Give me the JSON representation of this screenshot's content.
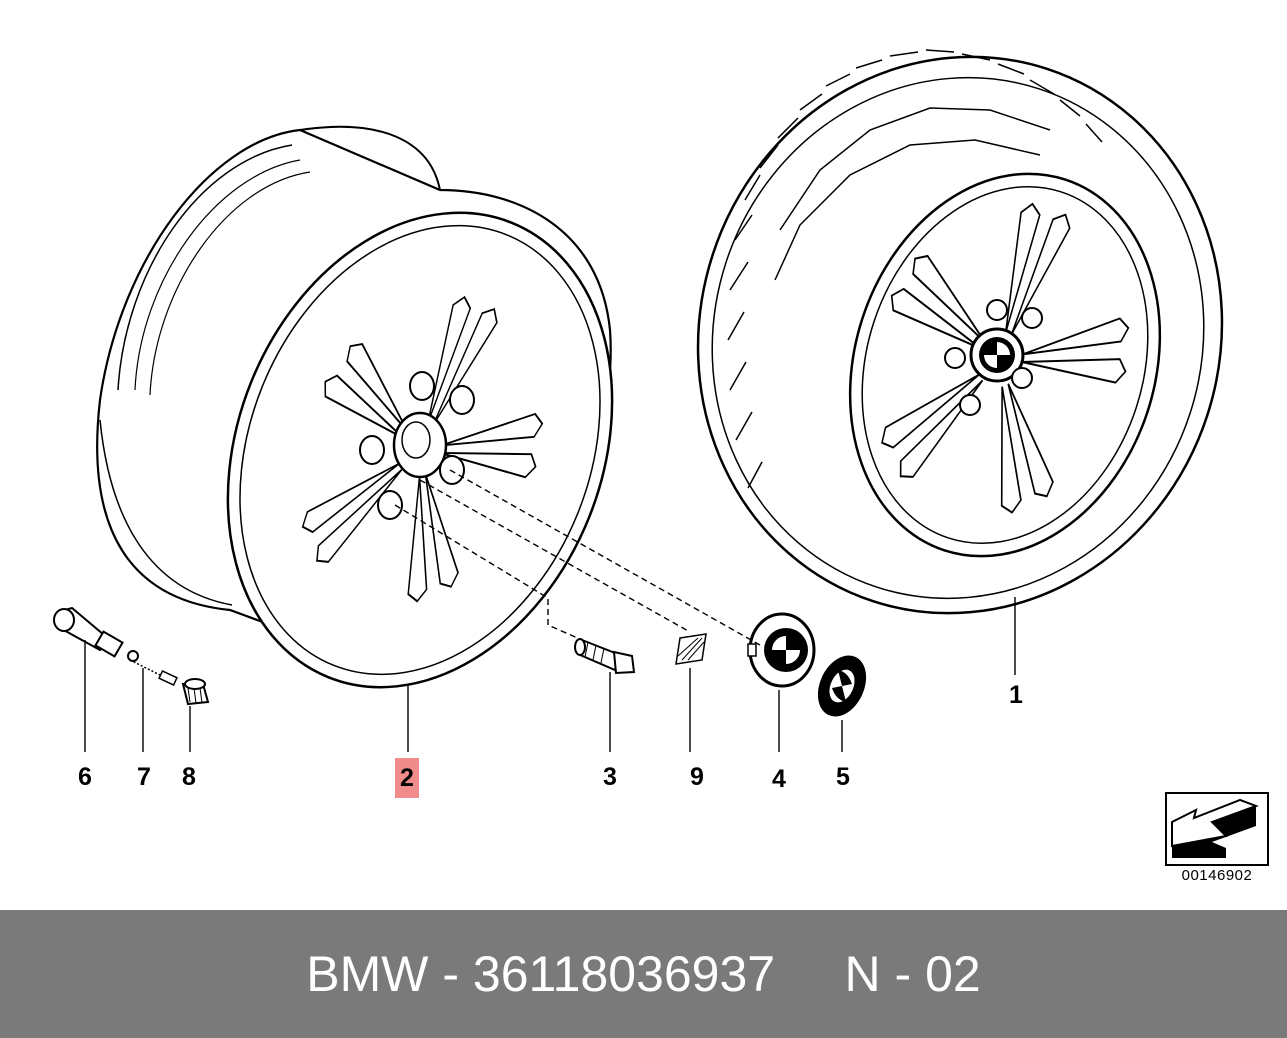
{
  "callouts": {
    "c1": "1",
    "c2": "2",
    "c3": "3",
    "c4": "4",
    "c5": "5",
    "c6": "6",
    "c7": "7",
    "c8": "8",
    "c9": "9"
  },
  "ref_number": "00146902",
  "footer": {
    "text": "BMW - 36118036937     N - 02"
  },
  "colors": {
    "highlight": "#f08c8c",
    "footer_bar": "#7a7a7a",
    "footer_text": "#ffffff"
  }
}
